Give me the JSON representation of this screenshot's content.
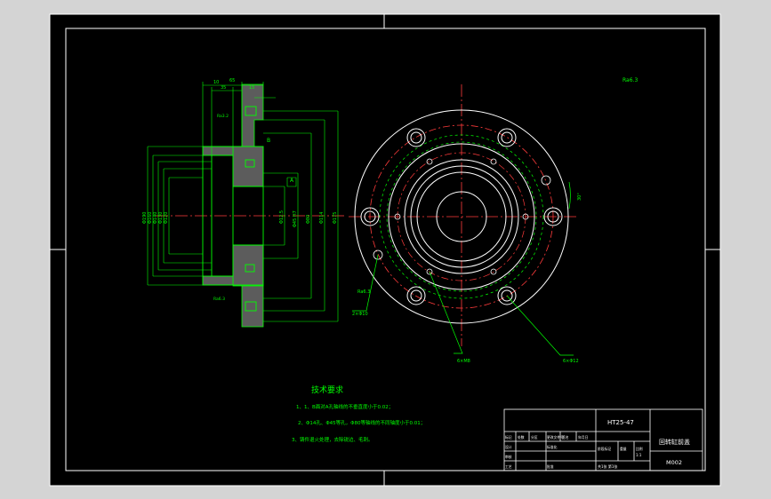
{
  "drawing": {
    "title_block": {
      "material": "HT25-47",
      "part_name": "回转缸前盖",
      "drawing_no": "M002",
      "headers": [
        "标记",
        "处数",
        "分区",
        "更改文件号",
        "签名",
        "年月日"
      ],
      "roles": [
        "设计",
        "审核",
        "工艺",
        "标准化",
        "批准"
      ],
      "stage_headers": [
        "阶段标记",
        "重量",
        "比例"
      ],
      "scale": "1:1",
      "sheet_text": "共1张 第1张"
    },
    "tech_req": {
      "heading": "技术要求",
      "items": [
        "1、1、B面对A孔轴线的不垂直度小于0.02；",
        "2、Φ14孔、Φ45等孔，Φ80等轴线的不同轴度小于0.01；",
        "3、铸件退火处理，去除锐边、毛刺。"
      ]
    },
    "side_view": {
      "left_diams": [
        "Φ190",
        "Φ160",
        "Φ140",
        "Φ130",
        "Φ120"
      ],
      "right_diams": [
        "Φ12.5",
        "Φ45 H7",
        "Φ80",
        "Φ114",
        "Φ175"
      ],
      "top_dims": [
        "10",
        "15",
        "35",
        "65"
      ],
      "labels": [
        "A",
        "B",
        "Ra3.2",
        "Ra6.3"
      ]
    },
    "front_view": {
      "callouts": [
        "2×Φ10",
        "6×M8",
        "6×Φ12",
        "Ra6.3"
      ],
      "angle": "30°"
    },
    "roughness_note": "Ra6.3"
  }
}
